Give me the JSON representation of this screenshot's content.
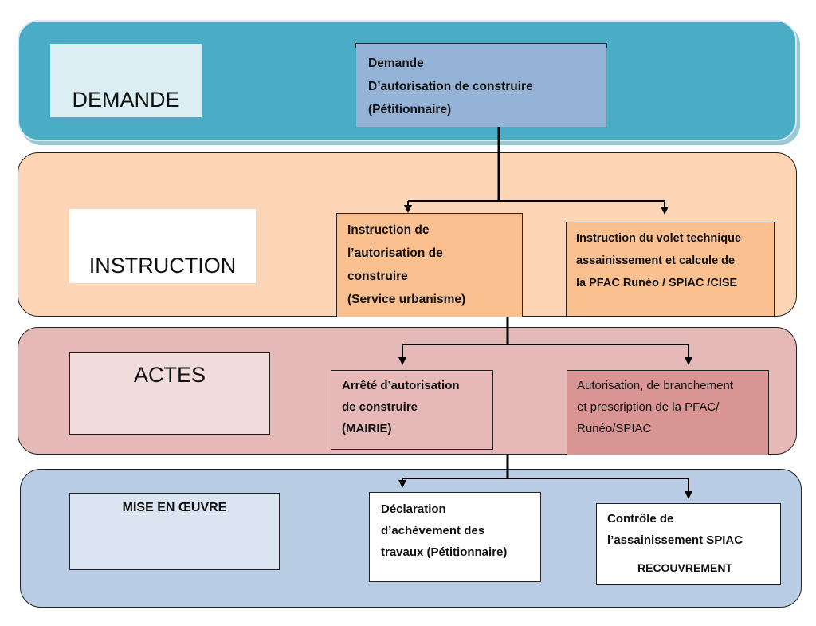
{
  "phases": {
    "demande": "DEMANDE",
    "instruction": "INSTRUCTION",
    "actes": "ACTES",
    "mise_en_oeuvre": "MISE EN ŒUVRE"
  },
  "boxes": {
    "demande": [
      "Demande",
      "D’autorisation de construire",
      "(Pétitionnaire)"
    ],
    "instruction_urbanisme": [
      "Instruction de",
      "l’autorisation de",
      "construire",
      "(Service urbanisme)"
    ],
    "instruction_technique": [
      "Instruction du volet technique",
      "assainissement et calcule de",
      "la PFAC  Runéo / SPIAC /CISE"
    ],
    "arrete": [
      "Arrêté d’autorisation",
      "de construire",
      "(MAIRIE)"
    ],
    "autorisation_branchement": [
      "Autorisation, de branchement",
      "et prescription de la PFAC/",
      "Runéo/SPIAC"
    ],
    "declaration": [
      "Déclaration",
      "d’achèvement des",
      "travaux (Pétitionnaire)"
    ],
    "controle": [
      "Contrôle de",
      "l’assainissement SPIAC"
    ],
    "recouvrement": "RECOUVREMENT"
  },
  "colors": {
    "band_demande": "#4bacc6",
    "band_instruction": "#fbd5b5",
    "band_actes": "#e5b9b7",
    "band_mise_en_oeuvre": "#b8cce4",
    "box_demande": "#95b3d7",
    "box_instruction": "#fac090",
    "box_arrete": "#e6b9b8",
    "box_autorisation": "#d99594",
    "connector": "#000000"
  }
}
